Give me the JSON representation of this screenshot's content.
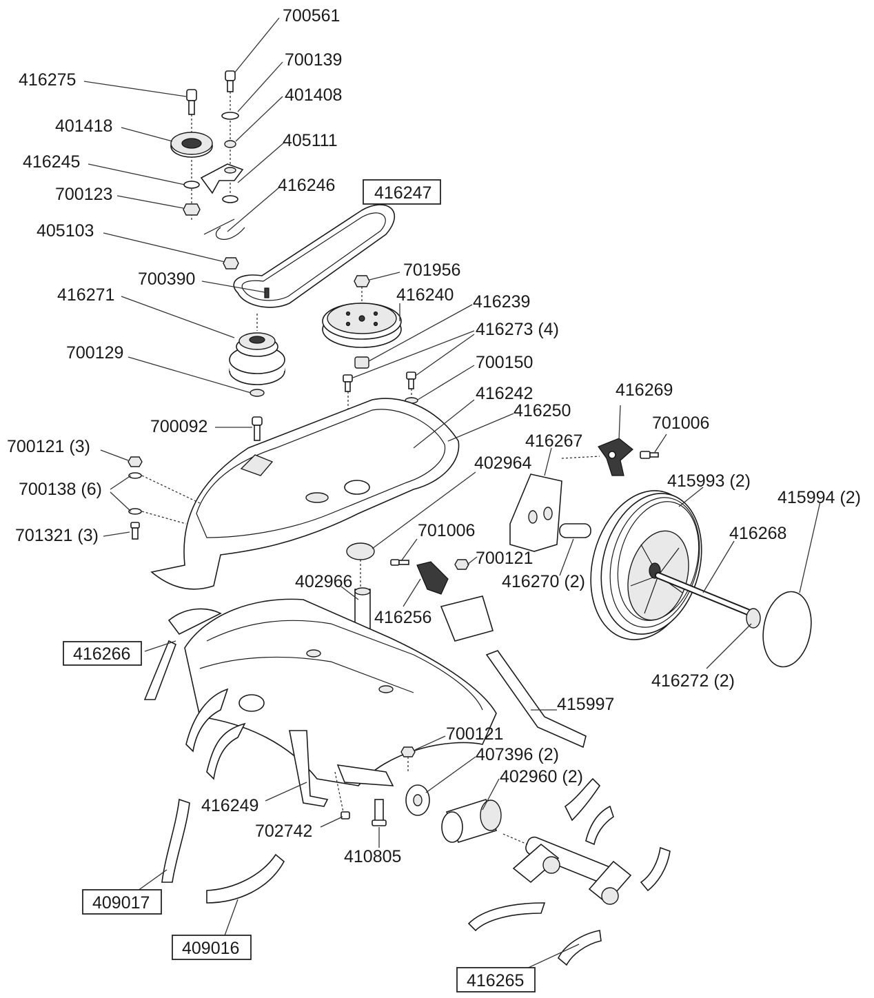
{
  "labels": {
    "l700561": "700561",
    "l700139": "700139",
    "l416275": "416275",
    "l401408": "401408",
    "l401418": "401418",
    "l405111": "405111",
    "l416245": "416245",
    "l416246": "416246",
    "l416247": "416247",
    "l700123": "700123",
    "l405103": "405103",
    "l701956": "701956",
    "l700390": "700390",
    "l416271": "416271",
    "l416240": "416240",
    "l416239": "416239",
    "l416273": "416273 (4)",
    "l700129": "700129",
    "l700150": "700150",
    "l416242": "416242",
    "l416269": "416269",
    "l416250": "416250",
    "l700092": "700092",
    "l701006a": "701006",
    "l416267": "416267",
    "l700121a": "700121 (3)",
    "l402964": "402964",
    "l415993": "415993 (2)",
    "l415994": "415994 (2)",
    "l700138": "700138 (6)",
    "l416268": "416268",
    "l701321": "701321 (3)",
    "l701006b": "701006",
    "l700121b": "700121",
    "l416270": "416270 (2)",
    "l402966": "402966",
    "l416256": "416256",
    "l416266": "416266",
    "l416272": "416272 (2)",
    "l415997": "415997",
    "l700121c": "700121",
    "l407396": "407396 (2)",
    "l402960": "402960 (2)",
    "l416249": "416249",
    "l702742": "702742",
    "l410805": "410805",
    "l409017": "409017",
    "l409016": "409016",
    "l416265": "416265"
  }
}
